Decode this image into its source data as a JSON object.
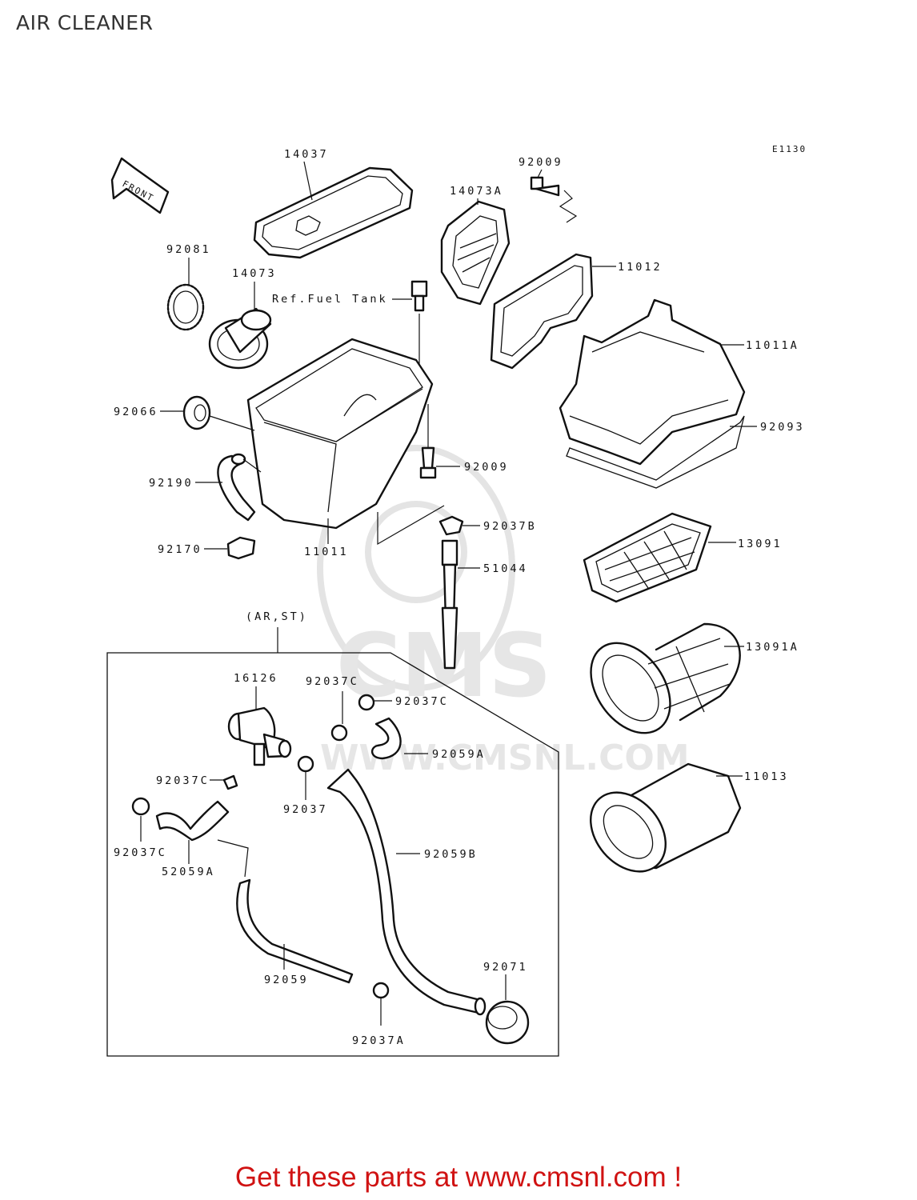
{
  "page": {
    "title": "AIR CLEANER",
    "footer": "Get these parts at www.cmsnl.com !"
  },
  "diagram": {
    "code": "E1130",
    "front_arrow": "FRONT",
    "ref_note": "Ref.Fuel Tank",
    "variant_box": "(AR,ST)",
    "watermark": {
      "brand": "CMS",
      "url": "WWW.CMSNL.COM"
    },
    "colors": {
      "line": "#111111",
      "footer": "#d01212",
      "watermark": "#e4e4e4"
    },
    "parts": {
      "p14037": "14037",
      "p92009_top": "92009",
      "p14073A": "14073A",
      "p92081": "92081",
      "p14073": "14073",
      "p11012": "11012",
      "p11011A": "11011A",
      "p92066": "92066",
      "p92093": "92093",
      "p92009_mid": "92009",
      "p92190": "92190",
      "p92037B": "92037B",
      "p92170": "92170",
      "p11011": "11011",
      "p13091": "13091",
      "p51044": "51044",
      "p13091A": "13091A",
      "p16126": "16126",
      "p92037C_a": "92037C",
      "p92037C_b": "92037C",
      "p92059A": "92059A",
      "p92037C_c": "92037C",
      "p11013": "11013",
      "p92037": "92037",
      "p92037C_d": "92037C",
      "p52059A": "52059A",
      "p92059B": "92059B",
      "p92071": "92071",
      "p92059": "92059",
      "p92037A": "92037A"
    }
  }
}
